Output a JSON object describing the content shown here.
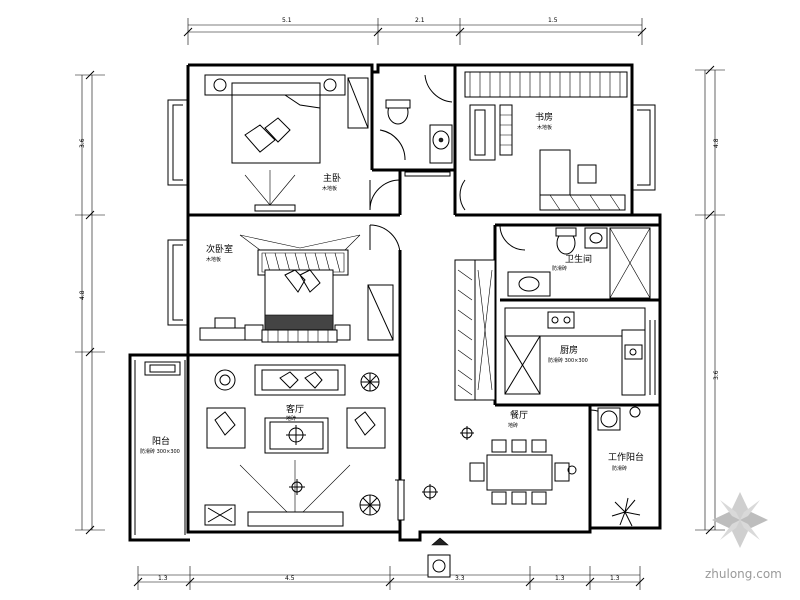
{
  "rooms": {
    "master_bedroom": {
      "name": "主卧",
      "sub": "木地板"
    },
    "study": {
      "name": "书房",
      "sub": "木地板"
    },
    "bedroom2": {
      "name": "次卧室",
      "sub": "木地板"
    },
    "living_room": {
      "name": "客厅",
      "sub": "地砖"
    },
    "dining_room": {
      "name": "餐厅",
      "sub": "地砖"
    },
    "bathroom": {
      "name": "卫生间",
      "sub": "防滑砖"
    },
    "kitchen": {
      "name": "厨房",
      "sub": "防滑砖 300×300"
    },
    "balcony": {
      "name": "阳台",
      "sub": "防滑砖 300×300"
    },
    "service_balcony": {
      "name": "工作阳台",
      "sub": "防滑砖"
    }
  },
  "dimensions": {
    "top": [
      "5.1",
      "2.1",
      "1.5"
    ],
    "bottom": [
      "1.3",
      "4.5",
      "3.3",
      "1.3",
      "1.3"
    ],
    "left": [
      "3.6",
      "4.8"
    ],
    "right": [
      "4.8",
      "3.6"
    ]
  },
  "watermark": {
    "text": "zhulong.com",
    "logo": "zhulong-flower-logo"
  }
}
